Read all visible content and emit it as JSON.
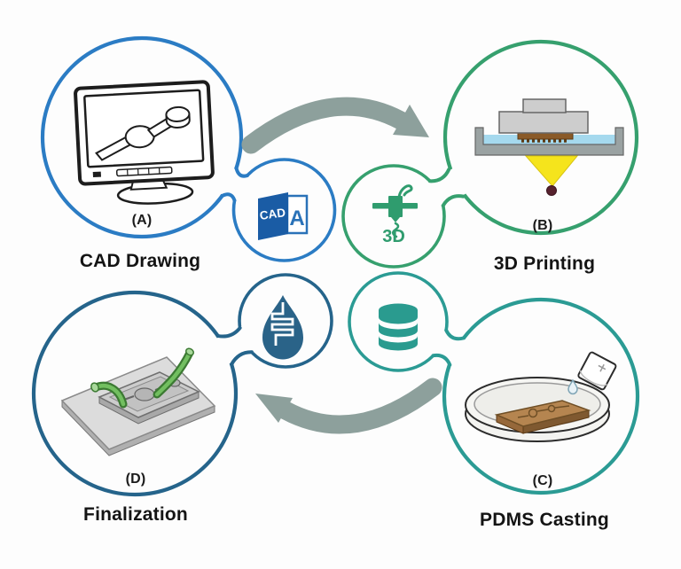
{
  "diagram": {
    "background": "#fdfdfd",
    "arrow_color": "#8da09c",
    "text_color": "#1b1b1b"
  },
  "steps": [
    {
      "tag": "(A)",
      "label": "CAD Drawing",
      "color": "#2b7cc4"
    },
    {
      "tag": "(B)",
      "label": "3D Printing",
      "color": "#36a06e"
    },
    {
      "tag": "(C)",
      "label": "PDMS Casting",
      "color": "#2b9b94"
    },
    {
      "tag": "(D)",
      "label": "Finalization",
      "color": "#25648b"
    }
  ],
  "connector_icons": [
    {
      "name": "cad-file",
      "text": "CAD",
      "letter": "A",
      "color": "#1a5ca5"
    },
    {
      "name": "printer-3d",
      "text": "3D",
      "color": "#2f9c6e"
    },
    {
      "name": "droplet-channel",
      "color": "#2a6388"
    },
    {
      "name": "database-stack",
      "color": "#2a9b8f"
    }
  ]
}
